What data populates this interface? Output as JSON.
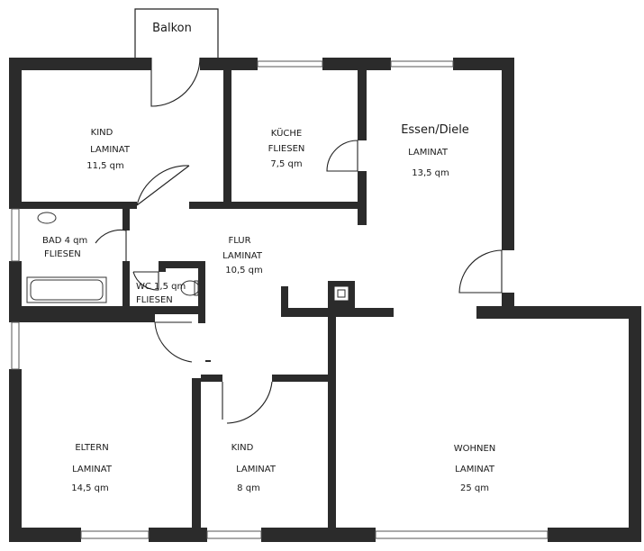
{
  "rooms": {
    "balkon": {
      "name": "Balkon"
    },
    "kind1": {
      "name": "KIND",
      "floor": "LAMINAT",
      "area": "11,5 qm"
    },
    "kueche": {
      "name": "KÜCHE",
      "floor": "FLIESEN",
      "area": "7,5 qm"
    },
    "essen": {
      "name": "Essen/Diele",
      "floor": "LAMINAT",
      "area": "13,5 qm"
    },
    "bad": {
      "name": "BAD  4 qm",
      "floor": "FLIESEN"
    },
    "flur": {
      "name": "FLUR",
      "floor": "LAMINAT",
      "area": "10,5 qm"
    },
    "wc": {
      "name": "WC 1,5 qm",
      "floor": "FLIESEN"
    },
    "eltern": {
      "name": "ELTERN",
      "floor": "LAMINAT",
      "area": "14,5 qm"
    },
    "kind2": {
      "name": "KIND",
      "floor": "LAMINAT",
      "area": "8 qm"
    },
    "wohnen": {
      "name": "WOHNEN",
      "floor": "LAMINAT",
      "area": "25 qm"
    }
  }
}
